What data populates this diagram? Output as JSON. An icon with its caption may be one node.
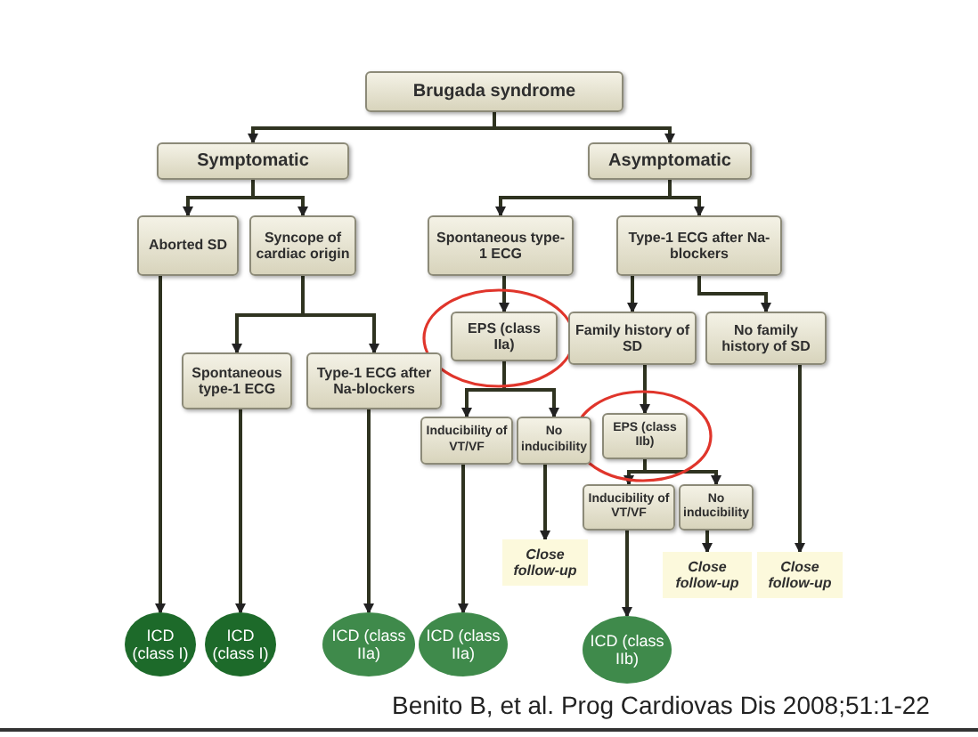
{
  "diagram": {
    "caption": "Benito B, et al. Prog Cardiovas Dis 2008;51:1-22",
    "nodes": [
      {
        "text": [
          "Brugada syndrome"
        ]
      },
      {
        "text": [
          "Symptomatic"
        ]
      },
      {
        "text": [
          "Asymptomatic"
        ]
      },
      {
        "text": [
          "Aborted SD"
        ]
      },
      {
        "text": [
          "Syncope of cardiac origin"
        ]
      },
      {
        "text": [
          "Spontaneous type-1 ECG"
        ]
      },
      {
        "text": [
          "Type-1 ECG after Na-blockers"
        ]
      },
      {
        "text": [
          "EPS (class IIa)"
        ]
      },
      {
        "text": [
          "Family history of SD"
        ]
      },
      {
        "text": [
          "No family history of SD"
        ]
      },
      {
        "text": [
          "Spontaneous type-1 ECG"
        ]
      },
      {
        "text": [
          "Type-1 ECG after Na-blockers"
        ]
      },
      {
        "text": [
          "Inducibility of VT/VF"
        ]
      },
      {
        "text": [
          "No inducibility"
        ]
      },
      {
        "text": [
          "EPS (class IIb)"
        ]
      },
      {
        "text": [
          "Inducibility of VT/VF"
        ]
      },
      {
        "text": [
          "No inducibility"
        ]
      },
      {
        "text": [
          "Close follow-up"
        ]
      },
      {
        "text": [
          "Close follow-up"
        ]
      },
      {
        "text": [
          "Close follow-up"
        ]
      },
      {
        "text": [
          "ICD (class I)"
        ]
      },
      {
        "text": [
          "ICD (class I)"
        ]
      },
      {
        "text": [
          "ICD (class IIa)"
        ]
      },
      {
        "text": [
          "ICD (class IIa)"
        ]
      },
      {
        "text": [
          "ICD (class IIb)"
        ]
      }
    ],
    "edges": [
      {
        "from": 0,
        "to": 1,
        "arrow": "to"
      },
      {
        "from": 0,
        "to": 2,
        "arrow": "to"
      },
      {
        "from": 1,
        "to": 3,
        "arrow": "to"
      },
      {
        "from": 1,
        "to": 4,
        "arrow": "to"
      },
      {
        "from": 2,
        "to": 5,
        "arrow": "to"
      },
      {
        "from": 2,
        "to": 6,
        "arrow": "to"
      },
      {
        "from": 3,
        "to": 20,
        "arrow": "to"
      },
      {
        "from": 4,
        "to": 10,
        "arrow": "to"
      },
      {
        "from": 4,
        "to": 11,
        "arrow": "to"
      },
      {
        "from": 10,
        "to": 21,
        "arrow": "to"
      },
      {
        "from": 11,
        "to": 22,
        "arrow": "to"
      },
      {
        "from": 5,
        "to": 7,
        "arrow": "to"
      },
      {
        "from": 7,
        "to": 12,
        "arrow": "to"
      },
      {
        "from": 7,
        "to": 13,
        "arrow": "to"
      },
      {
        "from": 12,
        "to": 23,
        "arrow": "to"
      },
      {
        "from": 13,
        "to": 17,
        "arrow": "to"
      },
      {
        "from": 6,
        "to": 8,
        "arrow": "to"
      },
      {
        "from": 6,
        "to": 9,
        "arrow": "to"
      },
      {
        "from": 8,
        "to": 14,
        "arrow": "to"
      },
      {
        "from": 14,
        "to": 15,
        "arrow": "to"
      },
      {
        "from": 14,
        "to": 16,
        "arrow": "to"
      },
      {
        "from": 15,
        "to": 24,
        "arrow": "to"
      },
      {
        "from": 16,
        "to": 18,
        "arrow": "to"
      },
      {
        "from": 9,
        "to": 19,
        "arrow": "to"
      }
    ]
  }
}
